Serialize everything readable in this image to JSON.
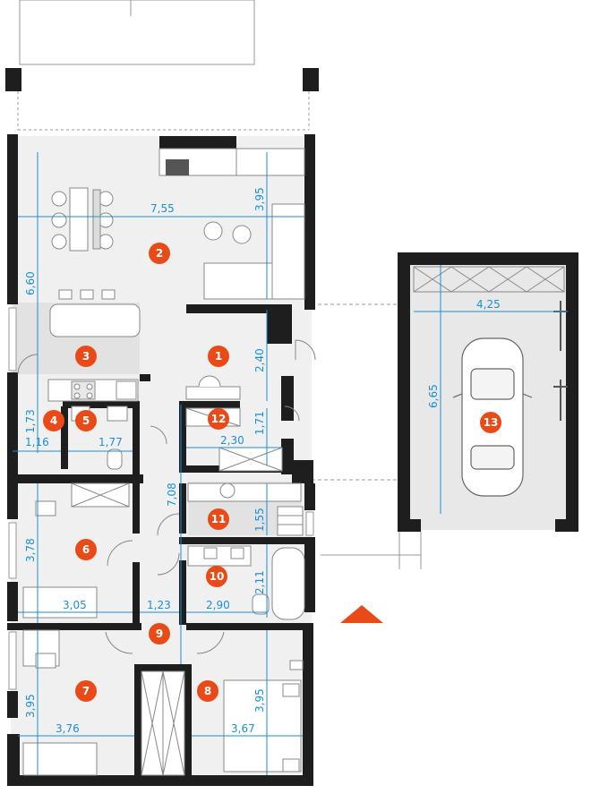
{
  "colors": {
    "wall": "#1e1e1e",
    "floor": "#f0f0f0",
    "floor_dark": "#e2e2e2",
    "dimension": "#1a8fd6",
    "badge": "#e84a18",
    "furniture_line": "#888888"
  },
  "rooms": [
    {
      "id": "room-1",
      "label": "1"
    },
    {
      "id": "room-2",
      "label": "2"
    },
    {
      "id": "room-3",
      "label": "3"
    },
    {
      "id": "room-4",
      "label": "4"
    },
    {
      "id": "room-5",
      "label": "5"
    },
    {
      "id": "room-6",
      "label": "6"
    },
    {
      "id": "room-7",
      "label": "7"
    },
    {
      "id": "room-8",
      "label": "8"
    },
    {
      "id": "room-9",
      "label": "9"
    },
    {
      "id": "room-10",
      "label": "10"
    },
    {
      "id": "room-11",
      "label": "11"
    },
    {
      "id": "room-12",
      "label": "12"
    },
    {
      "id": "room-13",
      "label": "13"
    }
  ],
  "dimensions": {
    "living_width": "7,55",
    "living_height": "6,60",
    "living_right_height": "3,95",
    "hall_height": "2,40",
    "garage_width": "4,25",
    "garage_height": "6,65",
    "small_height": "1,73",
    "room4_width": "1,16",
    "room5_width": "1,77",
    "room12_width": "2,30",
    "room12_height": "1,71",
    "corridor_height": "7,08",
    "room11_height": "1,55",
    "room6_height": "3,78",
    "room6_width": "3,05",
    "corridor_width": "1,23",
    "room10_width": "2,90",
    "room10_height": "2,11",
    "room7_height": "3,95",
    "room7_width": "3,76",
    "room8_height": "3,95",
    "room8_width": "3,67"
  },
  "north_arrow_icon": "north-arrow-icon"
}
